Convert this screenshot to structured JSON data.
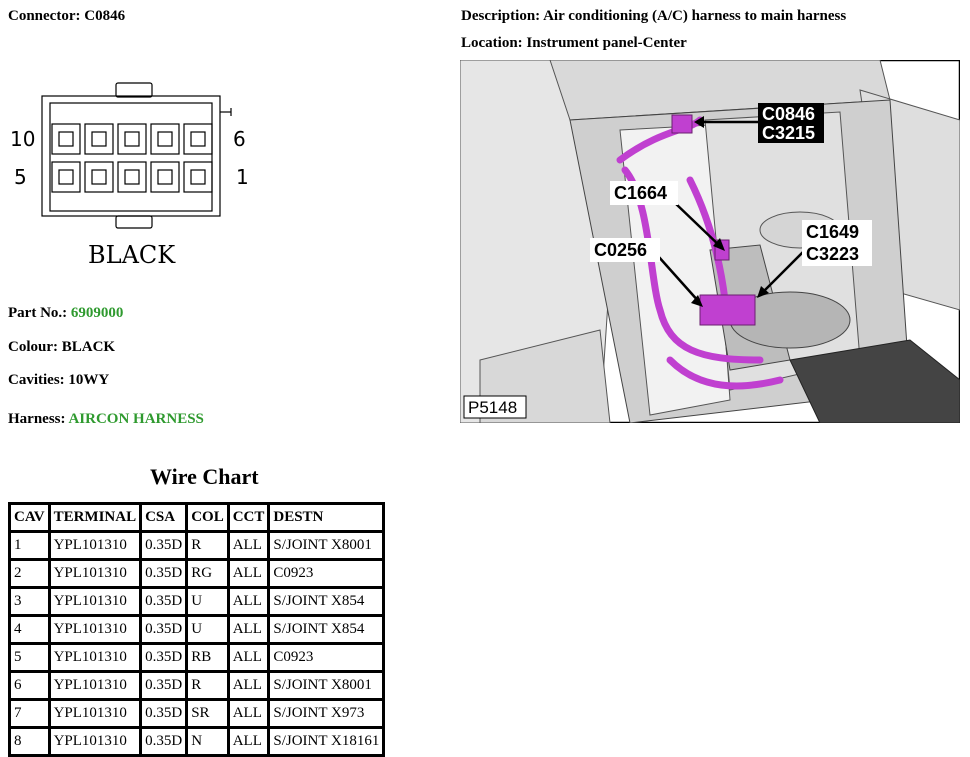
{
  "connector": {
    "label": "Connector:",
    "value": "C0846"
  },
  "description": {
    "label": "Description:",
    "value": "Air conditioning (A/C) harness to main harness"
  },
  "location": {
    "label": "Location:",
    "value": "Instrument panel-Center"
  },
  "pins": {
    "top_left": "10",
    "top_right": "6",
    "bottom_left": "5",
    "bottom_right": "1"
  },
  "connector_colour_label": "BLACK",
  "part_no": {
    "label": "Part No.:",
    "value": "6909000"
  },
  "colour": {
    "label": "Colour:",
    "value": "BLACK"
  },
  "cavities": {
    "label": "Cavities:",
    "value": "10WY"
  },
  "harness": {
    "label": "Harness:",
    "value": "AIRCON HARNESS"
  },
  "photo": {
    "callouts": [
      "C0846",
      "C3215",
      "C1664",
      "C0256",
      "C1649",
      "C3223"
    ],
    "ref": "P5148"
  },
  "accent_color": "#2f9a2f",
  "harness_color": "#c040d0",
  "wire_chart": {
    "title": "Wire Chart",
    "headers": [
      "CAV",
      "TERMINAL",
      "CSA",
      "COL",
      "CCT",
      "DESTN"
    ],
    "rows": [
      [
        "1",
        "YPL101310",
        "0.35D",
        "R",
        "ALL",
        "S/JOINT X8001"
      ],
      [
        "2",
        "YPL101310",
        "0.35D",
        "RG",
        "ALL",
        "C0923"
      ],
      [
        "3",
        "YPL101310",
        "0.35D",
        "U",
        "ALL",
        "S/JOINT X854"
      ],
      [
        "4",
        "YPL101310",
        "0.35D",
        "U",
        "ALL",
        "S/JOINT X854"
      ],
      [
        "5",
        "YPL101310",
        "0.35D",
        "RB",
        "ALL",
        "C0923"
      ],
      [
        "6",
        "YPL101310",
        "0.35D",
        "R",
        "ALL",
        "S/JOINT X8001"
      ],
      [
        "7",
        "YPL101310",
        "0.35D",
        "SR",
        "ALL",
        "S/JOINT X973"
      ],
      [
        "8",
        "YPL101310",
        "0.35D",
        "N",
        "ALL",
        "S/JOINT X18161"
      ]
    ]
  }
}
